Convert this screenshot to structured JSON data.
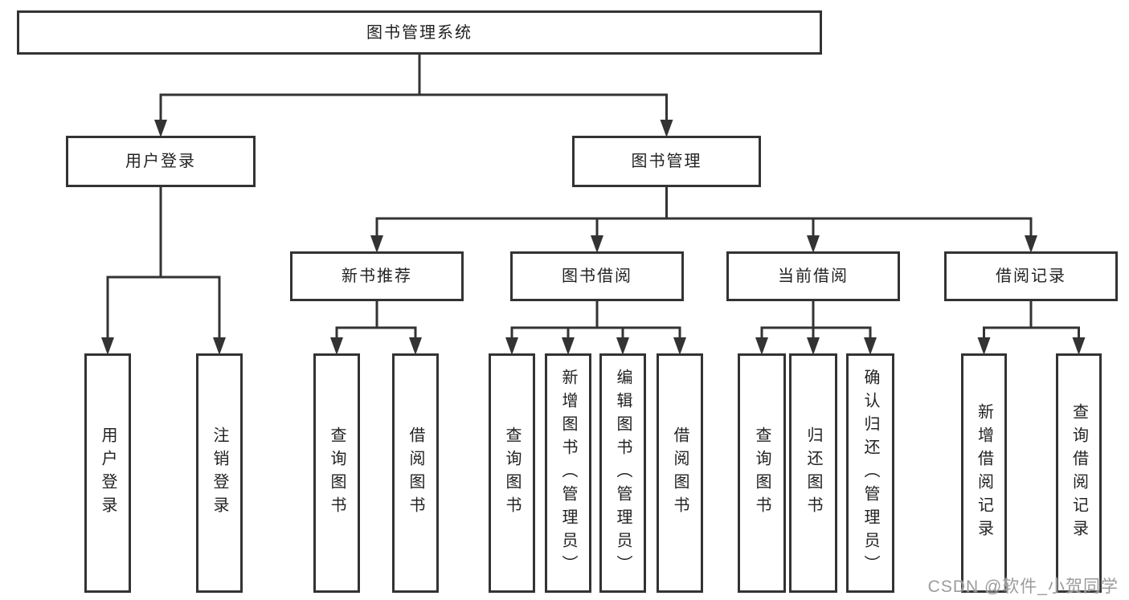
{
  "title": "图书管理系统",
  "watermark": "CSDN @软件_小贺同学",
  "colors": {
    "line": "#333333",
    "box_border": "#333333",
    "box_background": "#ffffff",
    "text": "#222222",
    "watermark_text": "#9b9b9b"
  },
  "nodes": [
    {
      "id": "root",
      "label": "图书管理系统",
      "parent": null
    },
    {
      "id": "user-login",
      "label": "用户登录",
      "parent": "root"
    },
    {
      "id": "book-mgmt",
      "label": "图书管理",
      "parent": "root"
    },
    {
      "id": "new-book-rec",
      "label": "新书推荐",
      "parent": "book-mgmt"
    },
    {
      "id": "book-borrow",
      "label": "图书借阅",
      "parent": "book-mgmt"
    },
    {
      "id": "current-borrow",
      "label": "当前借阅",
      "parent": "book-mgmt"
    },
    {
      "id": "borrow-records",
      "label": "借阅记录",
      "parent": "book-mgmt"
    },
    {
      "id": "leaf-user-login",
      "label": "用户登录",
      "parent": "user-login"
    },
    {
      "id": "leaf-logout",
      "label": "注销登录",
      "parent": "user-login"
    },
    {
      "id": "leaf-query-book-new",
      "label": "查询图书",
      "parent": "new-book-rec"
    },
    {
      "id": "leaf-borrow-book-new",
      "label": "借阅图书",
      "parent": "new-book-rec"
    },
    {
      "id": "leaf-query-book-borrow",
      "label": "查询图书",
      "parent": "book-borrow"
    },
    {
      "id": "leaf-add-book",
      "label": "新增图书（管理员）",
      "parent": "book-borrow"
    },
    {
      "id": "leaf-edit-book",
      "label": "编辑图书（管理员）",
      "parent": "book-borrow"
    },
    {
      "id": "leaf-borrow-book-borrow",
      "label": "借阅图书",
      "parent": "book-borrow"
    },
    {
      "id": "leaf-query-book-current",
      "label": "查询图书",
      "parent": "current-borrow"
    },
    {
      "id": "leaf-return-book",
      "label": "归还图书",
      "parent": "current-borrow"
    },
    {
      "id": "leaf-confirm-return",
      "label": "确认归还（管理员）",
      "parent": "current-borrow"
    },
    {
      "id": "leaf-add-borrow-record",
      "label": "新增借阅记录",
      "parent": "borrow-records"
    },
    {
      "id": "leaf-query-borrow-record",
      "label": "查询借阅记录",
      "parent": "borrow-records"
    }
  ]
}
